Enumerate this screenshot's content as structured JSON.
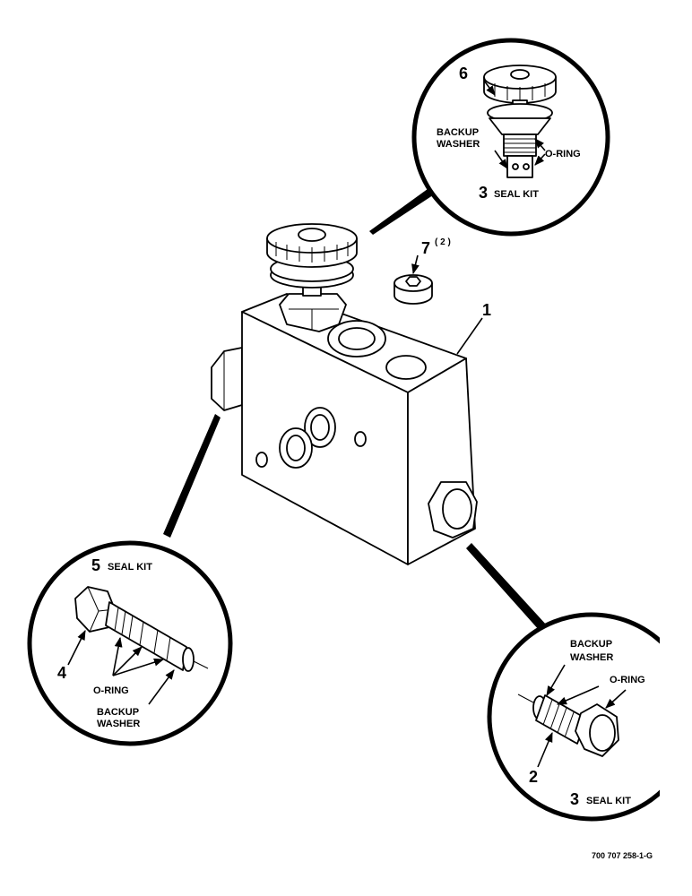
{
  "main_assembly": {
    "item_1": "1",
    "item_7": "7",
    "item_7_qty": "( 2 )"
  },
  "callout_top": {
    "item_6": "6",
    "backup": "BACKUP",
    "washer": "WASHER",
    "oring": "O-RING",
    "kit_number": "3",
    "kit_label": "SEAL KIT"
  },
  "callout_left": {
    "kit_number": "5",
    "kit_label": "SEAL KIT",
    "item_4": "4",
    "oring": "O-RING",
    "backup": "BACKUP",
    "washer": "WASHER"
  },
  "callout_right": {
    "backup": "BACKUP",
    "washer": "WASHER",
    "oring": "O-RING",
    "item_2": "2",
    "kit_number": "3",
    "kit_label": "SEAL KIT"
  },
  "drawing_ref": "700 707 258-1-G"
}
